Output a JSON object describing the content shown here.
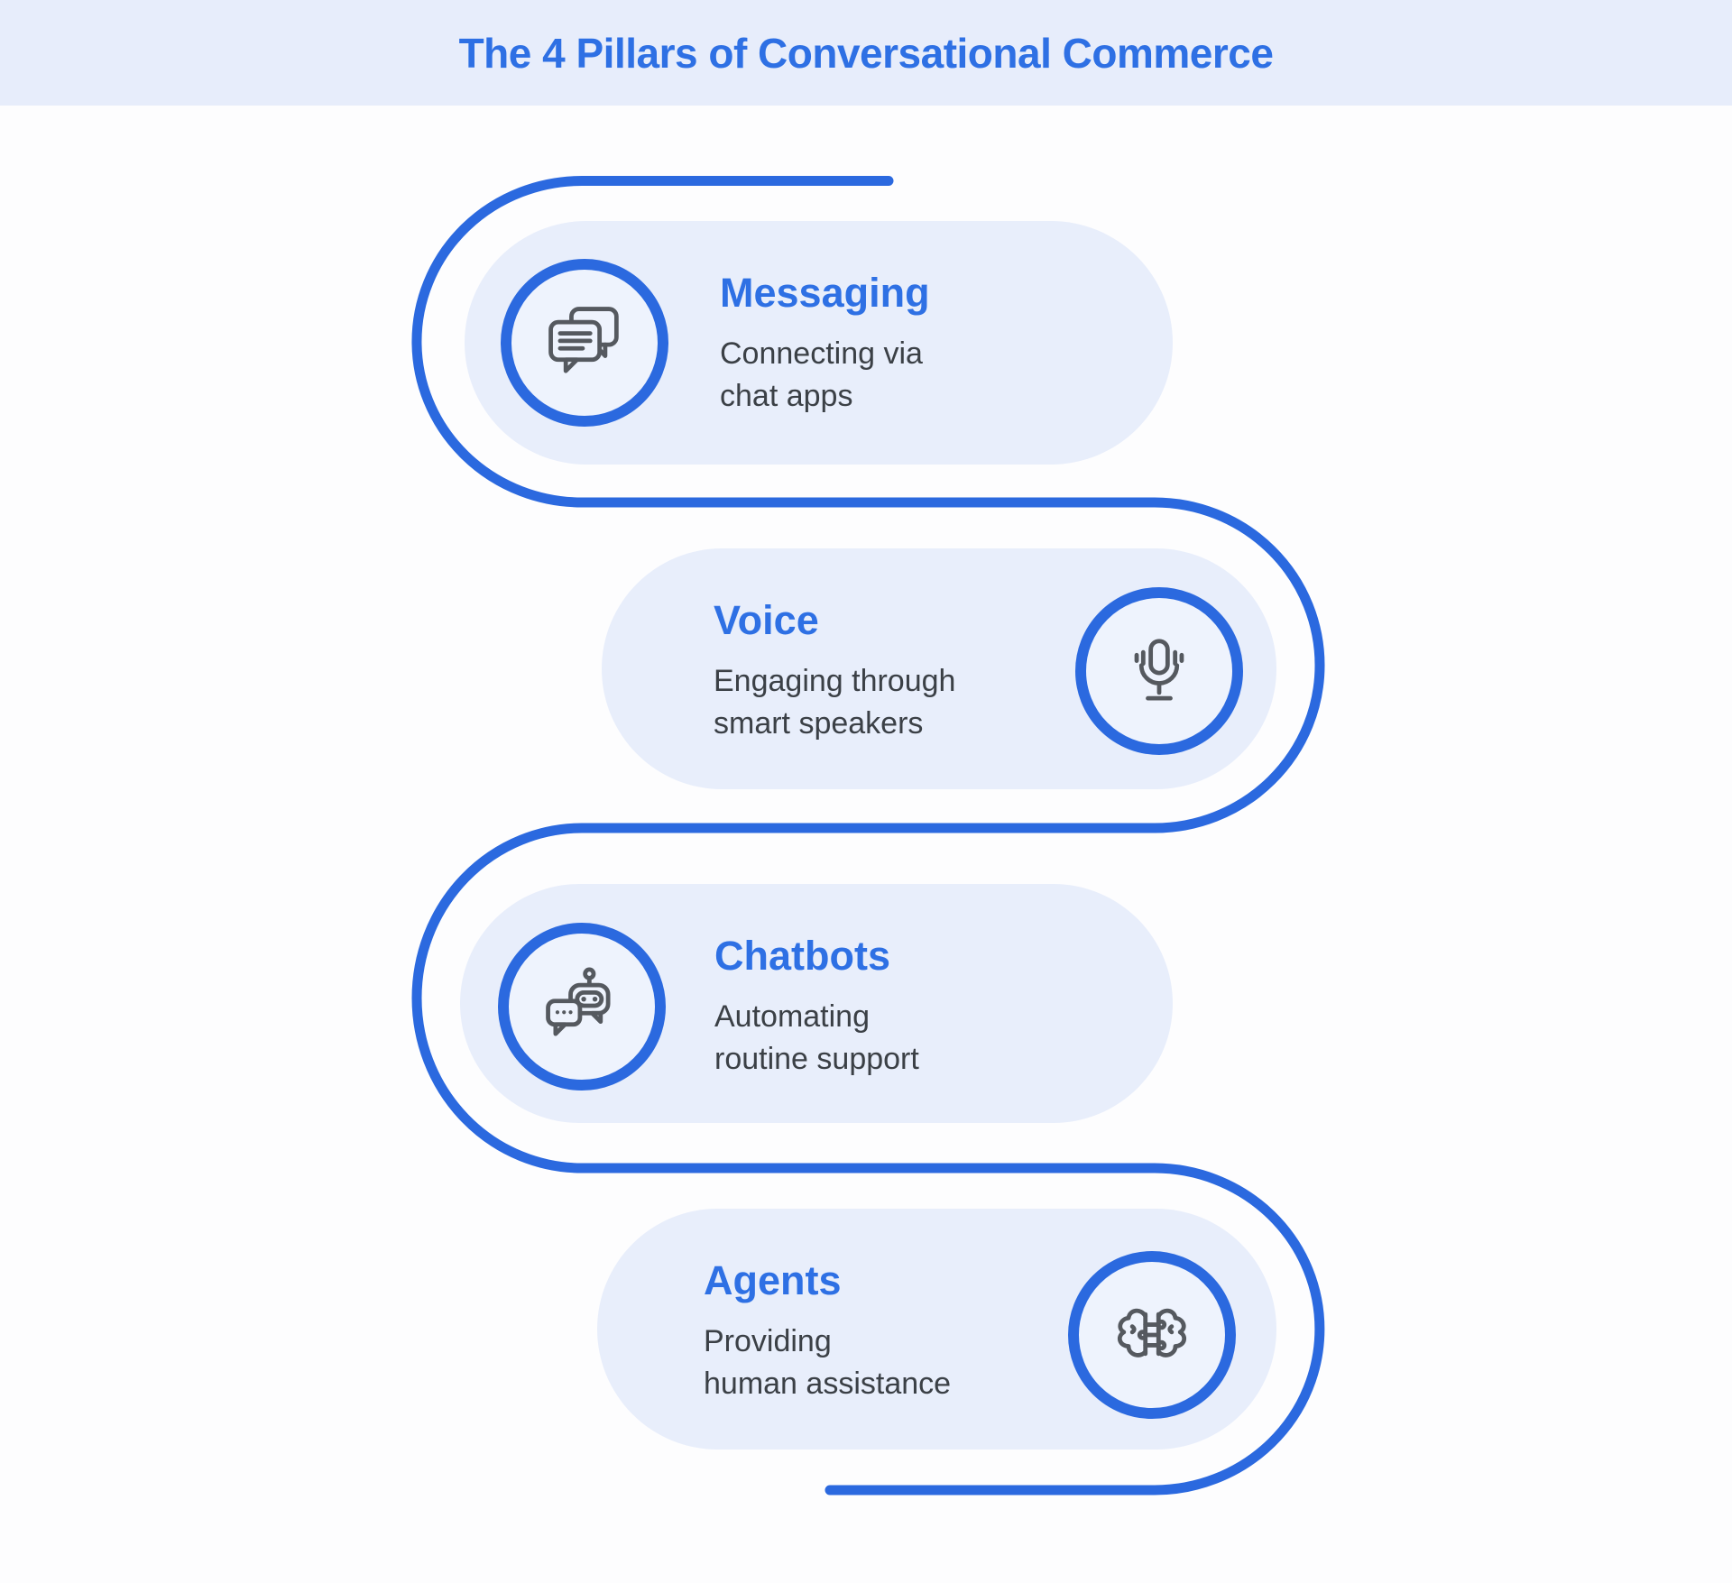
{
  "header": {
    "title": "The 4 Pillars of Conversational Commerce"
  },
  "pillars": [
    {
      "id": "messaging",
      "title": "Messaging",
      "line1": "Connecting via",
      "line2": "chat apps",
      "icon": "chat-bubbles-icon",
      "icon_side": "left"
    },
    {
      "id": "voice",
      "title": "Voice",
      "line1": "Engaging through",
      "line2": "smart speakers",
      "icon": "microphone-icon",
      "icon_side": "right"
    },
    {
      "id": "chatbots",
      "title": "Chatbots",
      "line1": "Automating",
      "line2": "routine support",
      "icon": "robot-chat-icon",
      "icon_side": "left"
    },
    {
      "id": "agents",
      "title": "Agents",
      "line1": "Providing",
      "line2": "human assistance",
      "icon": "brain-circuit-icon",
      "icon_side": "right"
    }
  ],
  "colors": {
    "accent-blue": "#2b69df",
    "title-blue": "#2e70e4",
    "band-bg": "#e7edfb",
    "card-bg": "#e8eefb",
    "circle-bg": "#eef3fd",
    "text-dark": "#3b4046",
    "icon-gray": "#55595f",
    "page-bg": "#fdfdfe"
  }
}
